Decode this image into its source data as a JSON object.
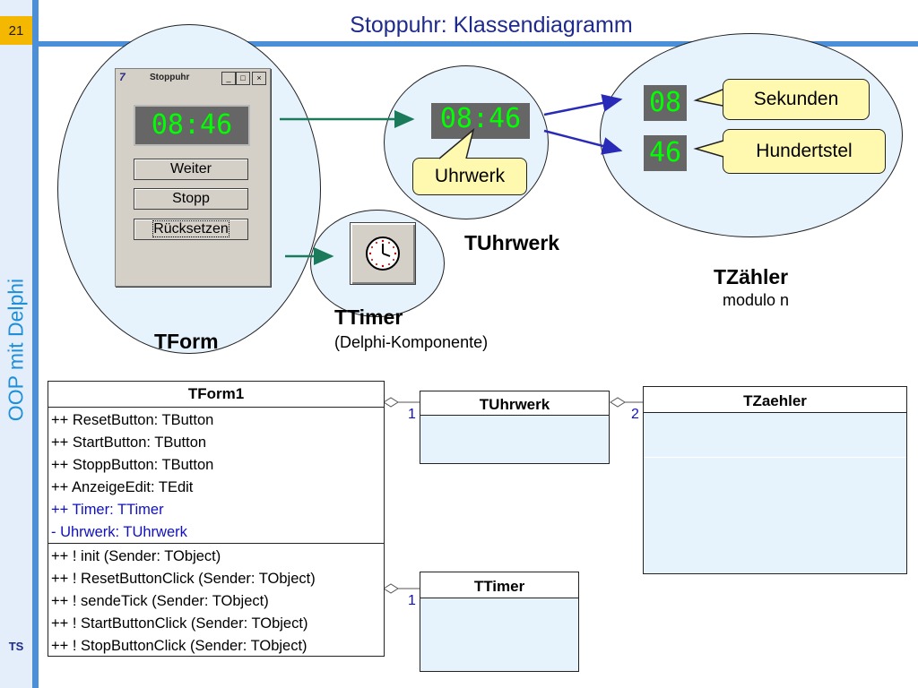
{
  "slide": {
    "number": "21",
    "title": "Stoppuhr: Klassendiagramm",
    "side_title": "OOP mit Delphi",
    "footer_tag": "TS"
  },
  "colors": {
    "accent_blue": "#4a8fd8",
    "title_blue": "#1e2a8c",
    "number_box": "#f5b800",
    "ellipse_fill": "#e6f2fc",
    "callout_fill": "#fff9b0",
    "lcd_green": "#00ff00",
    "lcd_bg": "#666666",
    "arrow_green": "#1a7a5a",
    "arrow_blue": "#2a2ab8"
  },
  "window": {
    "caption": "Stoppuhr",
    "logo": "7",
    "minimize": "_",
    "maximize": "□",
    "close": "×",
    "display": "08:46",
    "buttons": [
      "Weiter",
      "Stopp",
      "Rücksetzen"
    ]
  },
  "uhrwerk": {
    "display": "08:46",
    "callout": "Uhrwerk"
  },
  "zaehler": {
    "seconds_display": "08",
    "hundredths_display": "46",
    "callout_seconds": "Sekunden",
    "callout_hundredths": "Hundertstel"
  },
  "timer_icon": "clock-icon",
  "labels": {
    "tform": "TForm",
    "ttimer": "TTimer",
    "ttimer_sub": "(Delphi-Komponente)",
    "tuhrwerk": "TUhrwerk",
    "tzaehler": "TZähler",
    "tzaehler_sub": "modulo n"
  },
  "uml": {
    "tform1": {
      "name": "TForm1",
      "attributes": [
        "++ ResetButton: TButton",
        "++ StartButton: TButton",
        "++ StoppButton: TButton",
        "++ AnzeigeEdit: TEdit",
        "++ Timer: TTimer",
        "- Uhrwerk: TUhrwerk"
      ],
      "methods": [
        "++ ! init (Sender: TObject)",
        "++ ! ResetButtonClick (Sender: TObject)",
        "++ ! sendeTick (Sender: TObject)",
        "++ ! StartButtonClick (Sender: TObject)",
        "++ ! StopButtonClick (Sender: TObject)"
      ]
    },
    "tuhrwerk": {
      "name": "TUhrwerk",
      "multiplicity": "1"
    },
    "tzaehler": {
      "name": "TZaehler",
      "multiplicity": "2"
    },
    "ttimer": {
      "name": "TTimer",
      "multiplicity": "1"
    }
  }
}
